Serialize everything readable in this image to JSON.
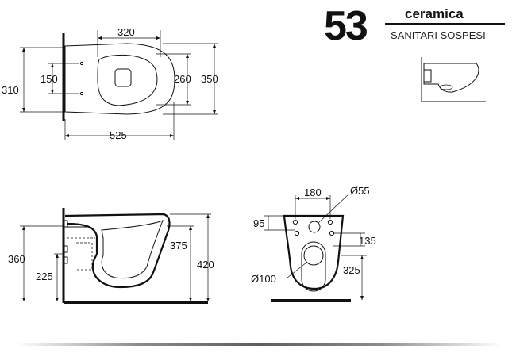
{
  "brand": {
    "series_number": "53",
    "name": "ceramica",
    "subtitle": "SANITARI SOSPESI"
  },
  "top_view": {
    "width_label": "320",
    "depth_label": "525",
    "height_label_left": "310",
    "hole_spacing_label": "150",
    "bowl_opening_label": "260",
    "overall_width_label": "350"
  },
  "side_view": {
    "height_label_360": "360",
    "height_label_225": "225",
    "height_label_375": "375",
    "height_label_420": "420"
  },
  "back_view": {
    "spacing_label": "180",
    "diameter_small_label": "Ø55",
    "height_95_label": "95",
    "height_135_label": "135",
    "height_325_label": "325",
    "diameter_large_label": "Ø100"
  }
}
